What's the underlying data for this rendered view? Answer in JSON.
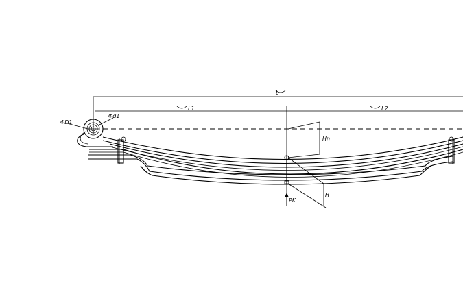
{
  "drawing": {
    "labels": {
      "total_length": "L",
      "left_length": "L1",
      "right_length": "L2",
      "eye_outer": "ΦD1",
      "eye_inner": "Φd1",
      "camber": "Hn",
      "height": "H",
      "load": "PK"
    },
    "colors": {
      "line": "#000000",
      "background": "#ffffff"
    }
  }
}
